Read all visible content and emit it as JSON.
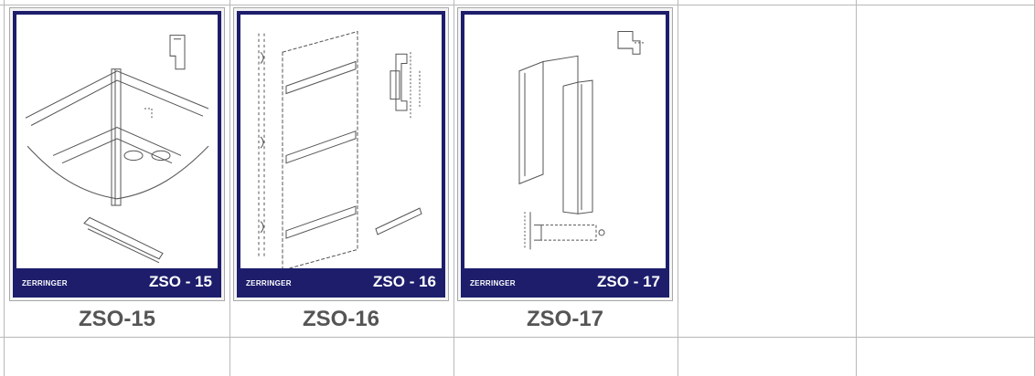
{
  "products": [
    {
      "brand": "ZERRINGER",
      "model_badge": "ZSO - 15",
      "caption": "ZSO-15"
    },
    {
      "brand": "ZERRINGER",
      "model_badge": "ZSO - 16",
      "caption": "ZSO-16"
    },
    {
      "brand": "ZERRINGER",
      "model_badge": "ZSO - 17",
      "caption": "ZSO-17"
    }
  ],
  "colors": {
    "frame": "#1d1d6c",
    "caption_text": "#555555",
    "grid_line": "#b8b8b8"
  }
}
